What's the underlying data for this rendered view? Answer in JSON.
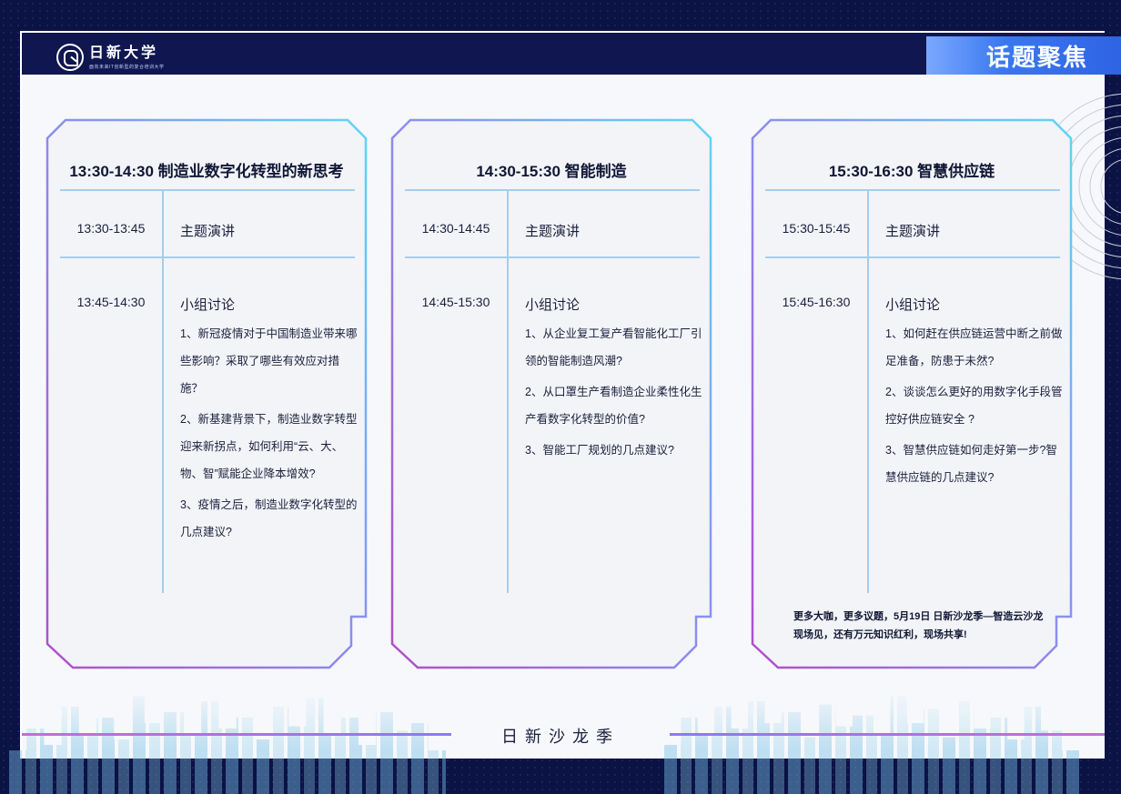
{
  "header": {
    "logo_title": "日新大学",
    "logo_subtitle": "面向未来IT创新型的复合培训大学",
    "topic_tag": "话题聚焦"
  },
  "sessions": [
    {
      "title": "13:30-14:30 制造业数字化转型的新思考",
      "row1_time": "13:30-13:45",
      "row1_label": "主题演讲",
      "row2_time": "13:45-14:30",
      "row2_label": "小组讨论",
      "items": [
        "1、新冠疫情对于中国制造业带来哪些影响？采取了哪些有效应对措施？",
        "2、新基建背景下，制造业数字转型迎来新拐点，如何利用“云、大、物、智”赋能企业降本增效?",
        "3、疫情之后，制造业数字化转型的几点建议?"
      ]
    },
    {
      "title": "14:30-15:30  智能制造",
      "row1_time": "14:30-14:45",
      "row1_label": "主题演讲",
      "row2_time": "14:45-15:30",
      "row2_label": "小组讨论",
      "items": [
        "1、从企业复工复产看智能化工厂引领的智能制造风潮?",
        "2、从口罩生产看制造企业柔性化生产看数字化转型的价值?",
        "3、智能工厂规划的几点建议?"
      ]
    },
    {
      "title": "15:30-16:30  智慧供应链",
      "row1_time": "15:30-15:45",
      "row1_label": "主题演讲",
      "row2_time": "15:45-16:30",
      "row2_label": "小组讨论",
      "items": [
        "1、如何赶在供应链运营中断之前做足准备，防患于未然?",
        "2、谈谈怎么更好的用数字化手段管控好供应链安全 ?",
        "3、智慧供应链如何走好第一步?智慧供应链的几点建议?"
      ]
    }
  ],
  "promo": "更多大咖，更多议题，5月19日 日新沙龙季—智造云沙龙现场见，还有万元知识红利，现场共享!",
  "footer": "日新沙龙季"
}
